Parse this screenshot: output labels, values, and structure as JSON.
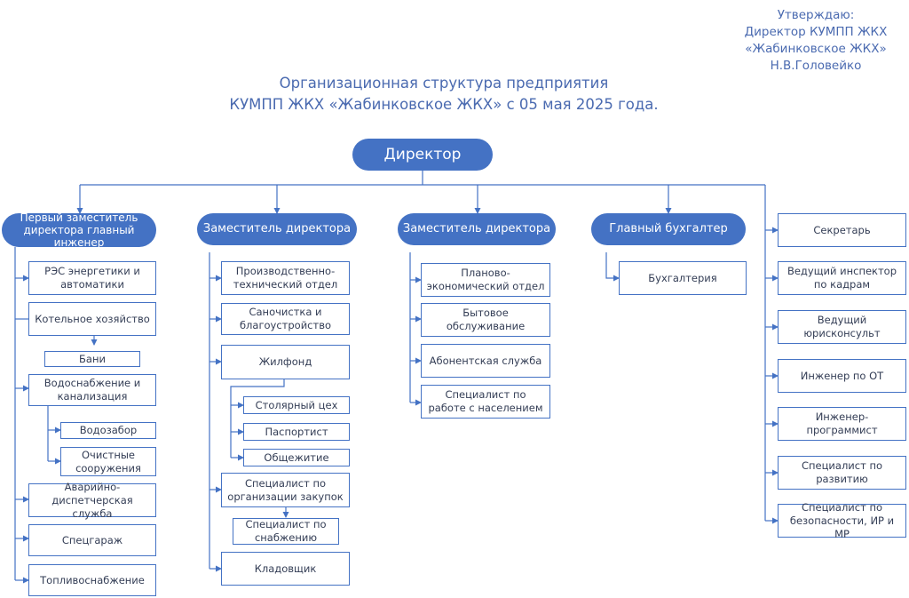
{
  "approval": {
    "line1": "Утверждаю:",
    "line2": "Директор КУМПП ЖКХ",
    "line3": "«Жабинковское ЖКХ»",
    "line4": "Н.В.Головейко"
  },
  "title": {
    "line1": "Организационная структура предприятия",
    "line2": "КУМПП ЖКХ «Жабинковское ЖКХ» с 05 мая 2025 года."
  },
  "director": "Директор",
  "branch1": {
    "head": "Первый заместитель директора главный инженер",
    "res": "РЭС энергетики и автоматики",
    "boiler": "Котельное хозяйство",
    "baths": "Бани",
    "water": "Водоснабжение и канализация",
    "intake": "Водозабор",
    "treatment": "Очистные сооружения",
    "dispatch": "Аварийно-диспетчерская служба",
    "garage": "Спецгараж",
    "fuel": "Топливоснабжение"
  },
  "branch2": {
    "head": "Заместитель директора",
    "pto": "Производственно-технический отдел",
    "sanitation": "Саночистка и благоустройство",
    "housing": "Жилфонд",
    "carpentry": "Столярный цех",
    "passport": "Паспортист",
    "dorm": "Общежитие",
    "procurement": "Специалист по организации закупок",
    "supply": "Специалист по снабжению",
    "storekeeper": "Кладовщик"
  },
  "branch3": {
    "head": "Заместитель директора",
    "planning": "Планово-экономический отдел",
    "household": "Бытовое обслуживание",
    "subscriber": "Абонентская служба",
    "population": "Специалист по работе с населением"
  },
  "branch4": {
    "head": "Главный бухгалтер",
    "accounting": "Бухгалтерия"
  },
  "staff": {
    "secretary": "Секретарь",
    "hr": "Ведущий инспектор по кадрам",
    "legal": "Ведущий юрисконсульт",
    "safety": "Инженер по ОТ",
    "programmer": "Инженер-программист",
    "development": "Специалист по развитию",
    "security": "Специалист по безопасности, ИР и МР"
  },
  "colors": {
    "accent": "#4472c4",
    "text": "#4a6ab0"
  }
}
